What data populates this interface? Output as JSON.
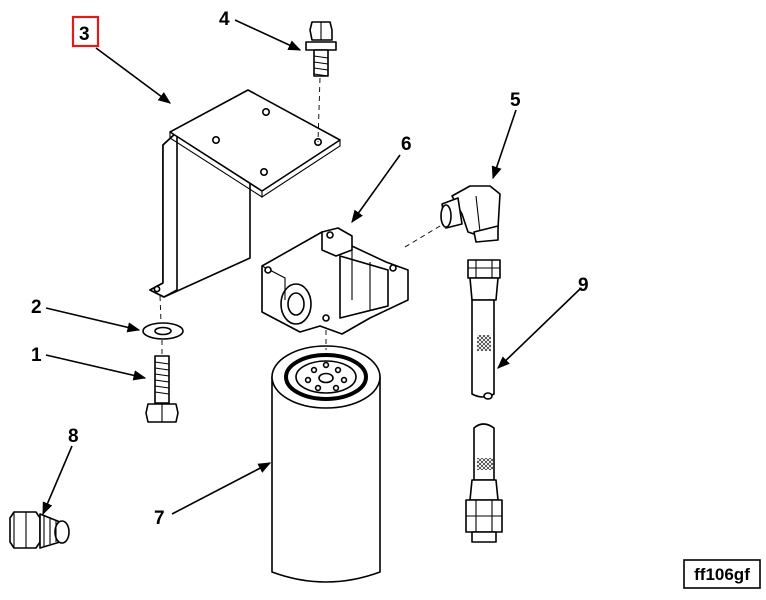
{
  "figure_id": "ff106gf",
  "highlight_color": "#e31a1c",
  "highlighted_callout": "3",
  "callouts": [
    {
      "id": "1",
      "part": "bolt"
    },
    {
      "id": "2",
      "part": "washer"
    },
    {
      "id": "3",
      "part": "mounting-bracket"
    },
    {
      "id": "4",
      "part": "capscrew"
    },
    {
      "id": "5",
      "part": "elbow-fitting"
    },
    {
      "id": "6",
      "part": "filter-head"
    },
    {
      "id": "7",
      "part": "spin-on-filter"
    },
    {
      "id": "8",
      "part": "adapter-fitting"
    },
    {
      "id": "9",
      "part": "hose-assembly"
    }
  ]
}
